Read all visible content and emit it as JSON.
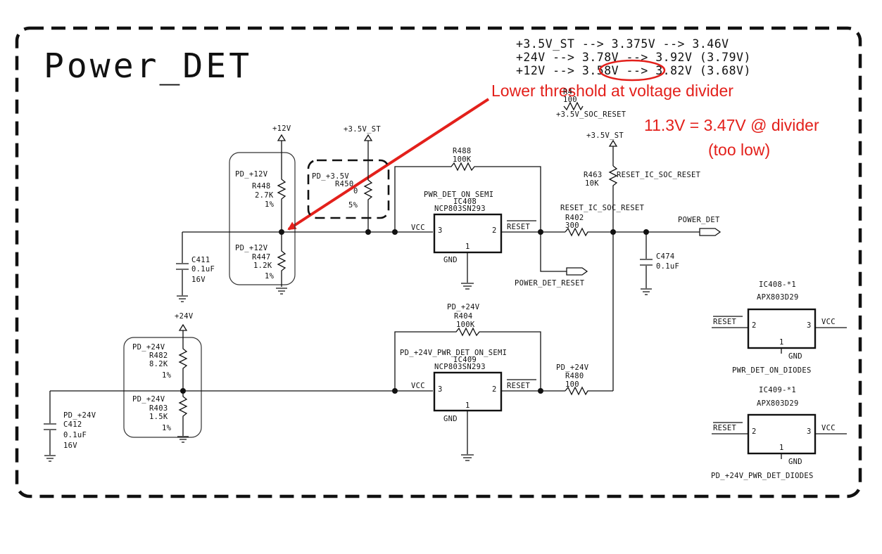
{
  "title": "Power_DET",
  "threshold_notes": [
    "+3.5V_ST --> 3.375V --> 3.46V",
    "+24V --> 3.78V --> 3.92V (3.79V)",
    "+12V --> 3.58V --> 3.82V (3.68V)"
  ],
  "annotations": {
    "arrow_note": "Lower threshold at voltage divider",
    "divider_note_1": "11.3V = 3.47V @ divider",
    "divider_note_2": "(too low)",
    "circled_value": "3.58V",
    "color": "#e3201b"
  },
  "rails": {
    "v12": "+12V",
    "v35_st": "+3.5V_ST",
    "v35_st_2": "+3.5V_ST",
    "v24": "+24V"
  },
  "components": {
    "r448": {
      "group": "PD_+12V",
      "ref": "R448",
      "value": "2.7K",
      "tol": "1%"
    },
    "r447": {
      "group": "PD_+12V",
      "ref": "R447",
      "value": "1.2K",
      "tol": "1%"
    },
    "r450": {
      "group": "PD_+3.5V",
      "ref": "R450",
      "value": "0",
      "tol": "5%"
    },
    "c411": {
      "ref": "C411",
      "value": "0.1uF",
      "volt": "16V"
    },
    "r488": {
      "ref": "R488",
      "value": "100K"
    },
    "ic408": {
      "name": "PWR_DET_ON_SEMI",
      "ref": "IC408",
      "part": "NCP803SN293",
      "vcc": "VCC",
      "pin_vcc": "3",
      "pin_reset": "2",
      "reset": "RESET",
      "pin_gnd": "1",
      "gnd": "GND"
    },
    "r402": {
      "net": "RESET_IC_SOC_RESET",
      "ref": "R402",
      "value": "300"
    },
    "r463": {
      "ref": "R463",
      "value": "10K",
      "net": "RESET_IC_SOC_RESET"
    },
    "r_top": {
      "ref": "R4",
      "value": "100",
      "net": "+3.5V_SOC_RESET"
    },
    "c474": {
      "ref": "C474",
      "value": "0.1uF"
    },
    "r482": {
      "group": "PD_+24V",
      "ref": "R482",
      "value": "8.2K",
      "tol": "1%"
    },
    "r403": {
      "group": "PD_+24V",
      "ref": "R403",
      "value": "1.5K",
      "tol": "1%"
    },
    "c412": {
      "group": "PD_+24V",
      "ref": "C412",
      "value": "0.1uF",
      "volt": "16V"
    },
    "r404": {
      "group": "PD_+24V",
      "ref": "R404",
      "value": "100K"
    },
    "ic409": {
      "name": "PD_+24V_PWR_DET_ON_SEMI",
      "ref": "IC409",
      "part": "NCP803SN293",
      "vcc": "VCC",
      "pin_vcc": "3",
      "pin_reset": "2",
      "reset": "RESET",
      "pin_gnd": "1",
      "gnd": "GND"
    },
    "r480": {
      "group": "PD_+24V",
      "ref": "R480",
      "value": "100"
    },
    "ic408_alt": {
      "ref": "IC408-*1",
      "part": "APX803D29",
      "reset": "RESET",
      "vcc": "VCC",
      "pin_reset": "2",
      "pin_vcc": "3",
      "pin_gnd": "1",
      "gnd": "GND",
      "name": "PWR_DET_ON_DIODES"
    },
    "ic409_alt": {
      "ref": "IC409-*1",
      "part": "APX803D29",
      "reset": "RESET",
      "vcc": "VCC",
      "pin_reset": "2",
      "pin_vcc": "3",
      "pin_gnd": "1",
      "gnd": "GND",
      "name": "PD_+24V_PWR_DET_DIODES"
    }
  },
  "nets": {
    "power_det": "POWER_DET",
    "power_det_reset": "POWER_DET_RESET"
  }
}
